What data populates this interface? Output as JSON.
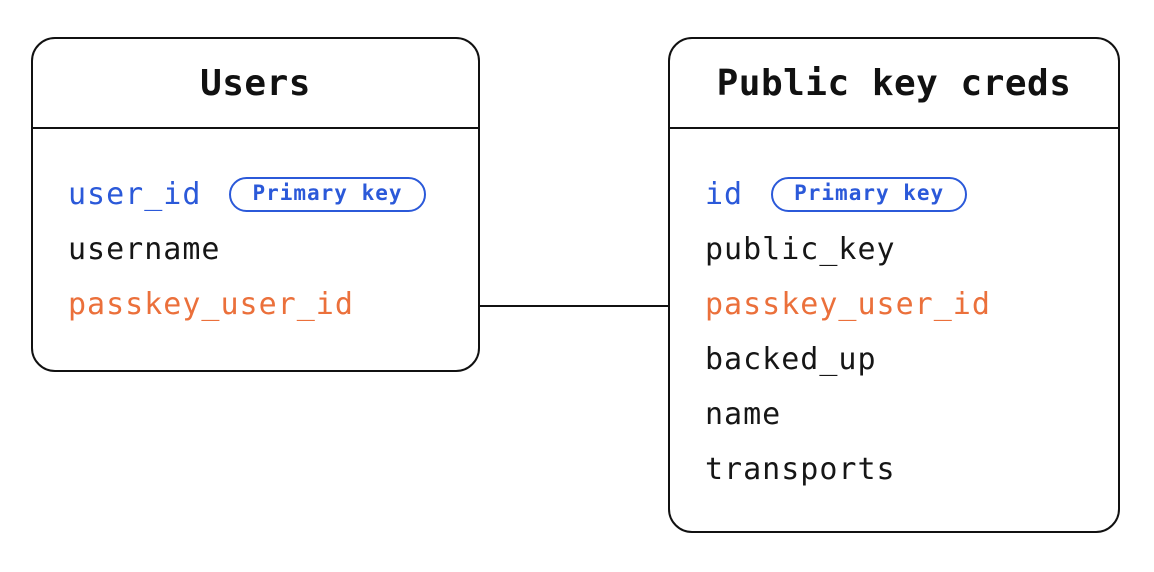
{
  "diagram": {
    "type": "entity-relationship",
    "tables": [
      {
        "title": "Users",
        "fields": [
          {
            "name": "user_id",
            "role": "primary-key",
            "badge": "Primary key"
          },
          {
            "name": "username",
            "role": "regular"
          },
          {
            "name": "passkey_user_id",
            "role": "foreign-key"
          }
        ]
      },
      {
        "title": "Public key creds",
        "fields": [
          {
            "name": "id",
            "role": "primary-key",
            "badge": "Primary key"
          },
          {
            "name": "public_key",
            "role": "regular"
          },
          {
            "name": "passkey_user_id",
            "role": "foreign-key"
          },
          {
            "name": "backed_up",
            "role": "regular"
          },
          {
            "name": "name",
            "role": "regular"
          },
          {
            "name": "transports",
            "role": "regular"
          }
        ]
      }
    ],
    "relationship": {
      "from": "Users.passkey_user_id",
      "to": "Public key creds.passkey_user_id"
    },
    "colors": {
      "primary_key_blue": "#2b59d9",
      "foreign_key_orange": "#eb703b",
      "line_black": "#111111",
      "background": "#ffffff"
    }
  }
}
